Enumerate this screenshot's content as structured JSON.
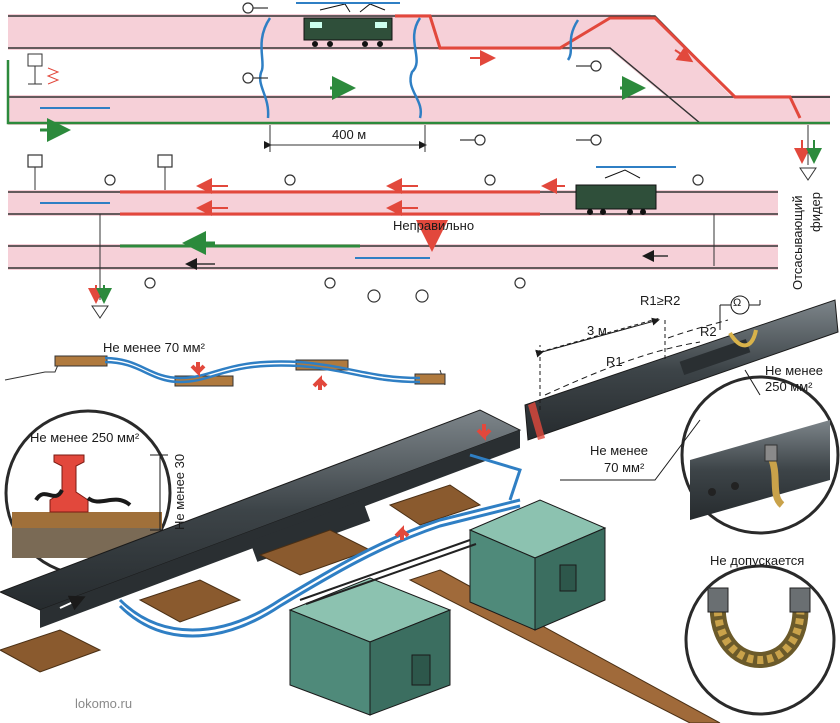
{
  "labels": {
    "distance_400": "400 м",
    "feeder_line1": "Отсасывающий",
    "feeder_line2": "фидер",
    "incorrect": "Неправильно",
    "min70_top": "Не менее  70 мм²",
    "ratio": "R1≥R2",
    "dist_3m": "3 м",
    "r1": "R1",
    "r2": "R2",
    "ohm": "Ω",
    "min250_right_1": "Не менее",
    "min250_right_2": "250 мм²",
    "min250_left": "Не менее 250 мм²",
    "min30": "Не менее 30",
    "min70_mid_1": "Не менее",
    "min70_mid_2": "70 мм²",
    "not_allowed": "Не допускается",
    "watermark": "lokomo.ru"
  },
  "colors": {
    "track_fill": "#f6d0d8",
    "red_wire": "#e2483c",
    "blue_wire": "#2f7fc4",
    "green_wire": "#2c8a3c",
    "rail_dark": "#3d4448",
    "box_green": "#4f8a7a",
    "sleeper": "#8a5a2e"
  }
}
